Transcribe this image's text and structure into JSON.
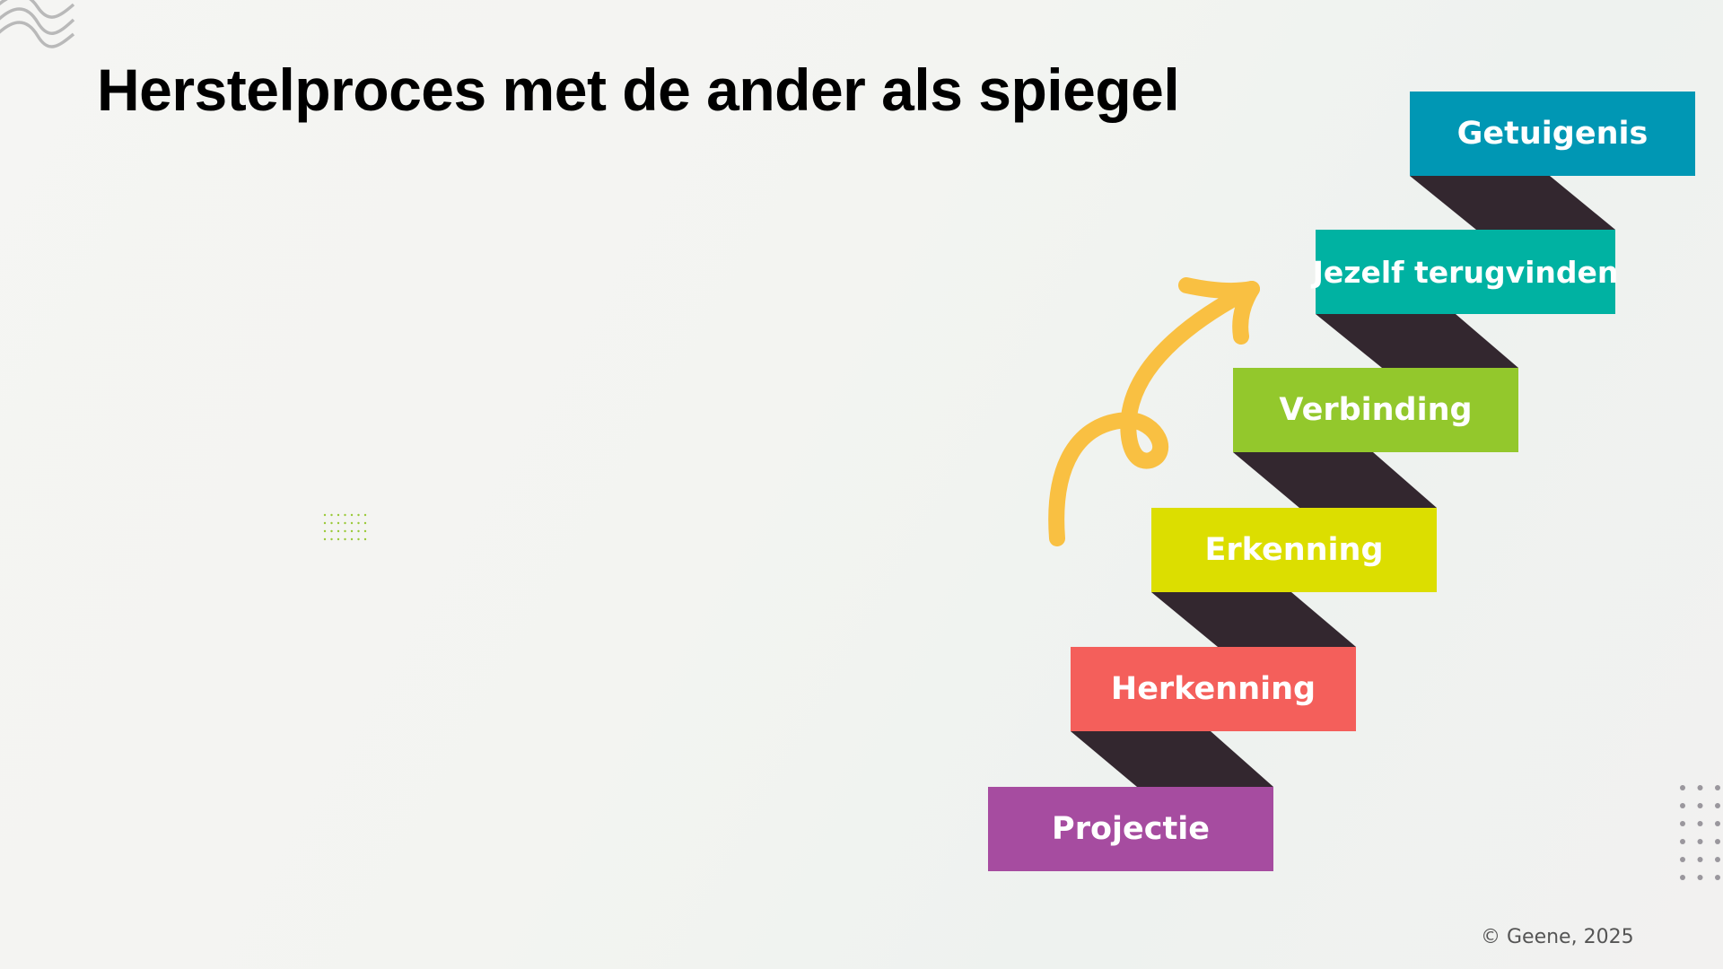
{
  "title": "Herstelproces met de ander als spiegel",
  "steps": [
    {
      "label": "Projectie",
      "color": "#a64ca0"
    },
    {
      "label": "Herkenning",
      "color": "#f45f5b"
    },
    {
      "label": "Erkenning",
      "color": "#dcde00"
    },
    {
      "label": "Verbinding",
      "color": "#93c82c"
    },
    {
      "label": "Jezelf terugvinden",
      "color": "#00b2a2"
    },
    {
      "label": "Getuigenis",
      "color": "#0097b4"
    }
  ],
  "connector_color": "#33272f",
  "arrow_color": "#f9c042",
  "copyright": "© Geene, 2025"
}
